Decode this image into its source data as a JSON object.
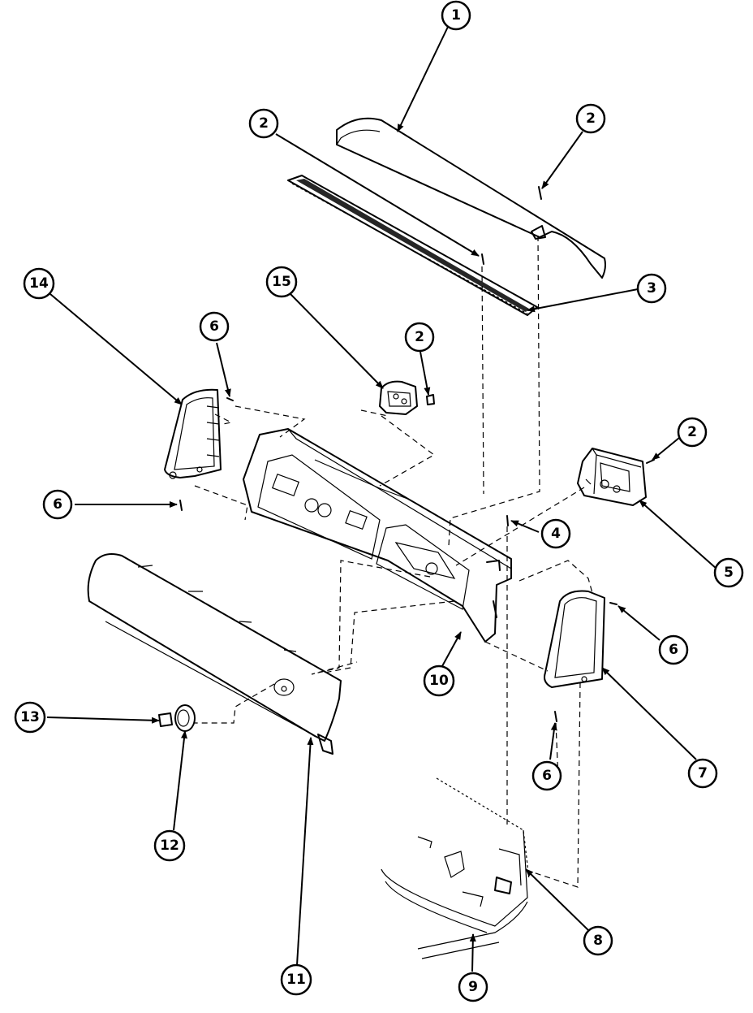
{
  "diagram": {
    "callouts": [
      {
        "id": "c1",
        "number": "1"
      },
      {
        "id": "c2a",
        "number": "2"
      },
      {
        "id": "c2b",
        "number": "2"
      },
      {
        "id": "c3",
        "number": "3"
      },
      {
        "id": "c14",
        "number": "14"
      },
      {
        "id": "c15",
        "number": "15"
      },
      {
        "id": "c6a",
        "number": "6"
      },
      {
        "id": "c2c",
        "number": "2"
      },
      {
        "id": "c2d",
        "number": "2"
      },
      {
        "id": "c6b",
        "number": "6"
      },
      {
        "id": "c4",
        "number": "4"
      },
      {
        "id": "c5",
        "number": "5"
      },
      {
        "id": "c6c",
        "number": "6"
      },
      {
        "id": "c10",
        "number": "10"
      },
      {
        "id": "c13",
        "number": "13"
      },
      {
        "id": "c7",
        "number": "7"
      },
      {
        "id": "c6d",
        "number": "6"
      },
      {
        "id": "c12",
        "number": "12"
      },
      {
        "id": "c8",
        "number": "8"
      },
      {
        "id": "c11",
        "number": "11"
      },
      {
        "id": "c9",
        "number": "9"
      }
    ]
  }
}
